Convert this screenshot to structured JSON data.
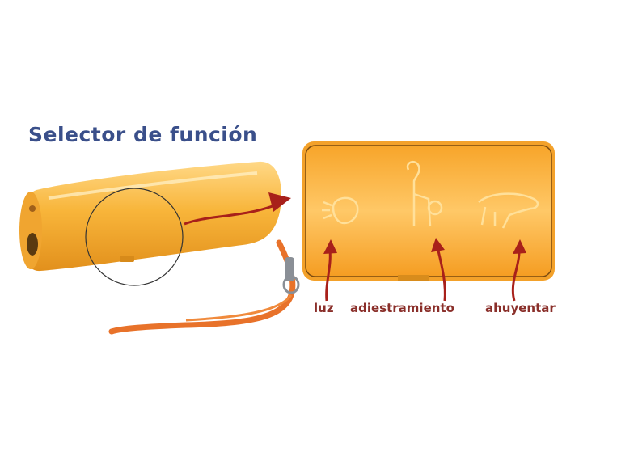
{
  "title": "Selector de función",
  "labels": {
    "light": "luz",
    "training": "adiestramiento",
    "repel": "ahuyentar"
  },
  "icons": {
    "light": "bulb-icon",
    "training": "giraffe-icon",
    "repel": "animal-icon"
  },
  "colors": {
    "device": "#f6a928",
    "device_highlight": "#ffd27a",
    "arrow": "#a8201a",
    "title": "#3a4f8a",
    "strap": "#e8722a"
  }
}
